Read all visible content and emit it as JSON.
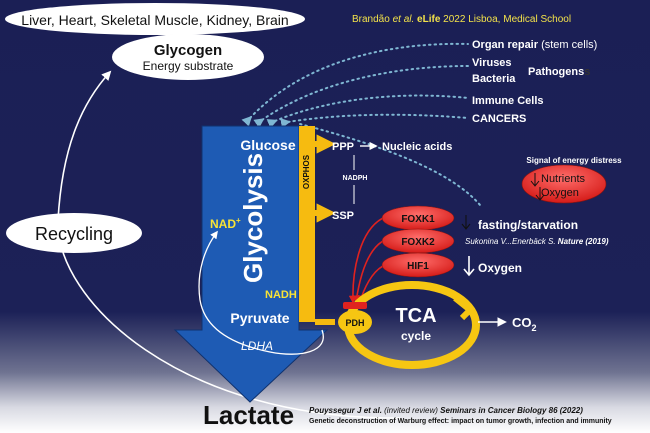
{
  "header": {
    "organs": "Liver, Heart, Skeletal Muscle, Kidney, Brain",
    "citation_authors_prefix": "Brandão ",
    "citation_etal": "et al.",
    "citation_journal": " eLife",
    "citation_rest": " 2022  Lisboa, Medical School"
  },
  "glycogen": {
    "title": "Glycogen",
    "subtitle": "Energy substrate"
  },
  "recycling": "Recycling",
  "targets": {
    "organ_repair": "Organ repair",
    "organ_repair_note": " (stem cells)",
    "viruses": "Viruses",
    "bacteria": "Bacteria",
    "pathogens": "Pathogens",
    "pathogens_suffix": "s",
    "immune": "Immune Cells",
    "cancers": "CANCERS"
  },
  "glycolysis": {
    "glucose": "Glucose",
    "title": "Glycolysis",
    "nad": "NAD",
    "nad_sup": "+",
    "nadh": "NADH",
    "pyruvate": "Pyruvate",
    "ldha": "LDHA",
    "lactate": "Lactate"
  },
  "oxphos": "OXPHOS",
  "branches": {
    "ppp": "PPP",
    "nucleic": "Nucleic acids",
    "nadph": "NADPH",
    "ssp": "SSP"
  },
  "distress": {
    "title": "Signal of energy distress",
    "nutrients": "Nutrients",
    "oxygen": "Oxygen"
  },
  "regulators": {
    "foxk1": "FOXK1",
    "foxk2": "FOXK2",
    "hif1": "HIF1",
    "fasting": "fasting/starvation",
    "sukonina": "Sukonina V...Enerbäck S. ",
    "nature": "Nature (2019)",
    "oxygen": "Oxygen"
  },
  "tca": {
    "pdh": "PDH",
    "title": "TCA",
    "cycle": "cycle",
    "co2": "CO",
    "co2_sub": "2"
  },
  "footer": {
    "line1_authors": "Pouyssegur J et al. ",
    "line1_invited": "(invited review)",
    "line1_journal": " Seminars in Cancer Biology 86 (2022)",
    "line2": "Genetic deconstruction of Warburg effect: impact on tumor growth, infection and immunity"
  },
  "colors": {
    "background": "#1c2157",
    "glycolysis_arrow": "#1e5bb4",
    "oxphos_bar": "#f6bb10",
    "tca_ring": "#f6c612",
    "regulator_red": "#e0221f",
    "citation_yellow": "#f3e24a",
    "dotted_teal": "#7fb7d3"
  }
}
